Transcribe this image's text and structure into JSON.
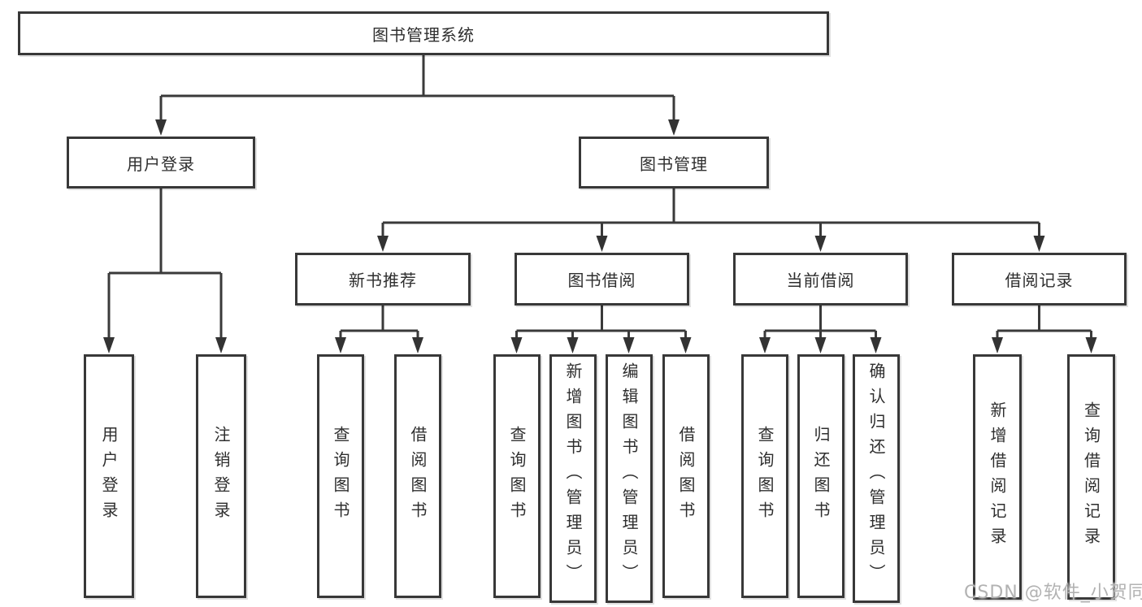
{
  "diagram": {
    "root": {
      "label": "图书管理系统"
    },
    "branches": [
      {
        "label": "用户登录",
        "children": [
          {
            "label": "用户登录"
          },
          {
            "label": "注销登录"
          }
        ]
      },
      {
        "label": "图书管理",
        "children": [
          {
            "label": "新书推荐",
            "children": [
              {
                "label": "查询图书"
              },
              {
                "label": "借阅图书"
              }
            ]
          },
          {
            "label": "图书借阅",
            "children": [
              {
                "label": "查询图书"
              },
              {
                "label": "新增图书（管理员）"
              },
              {
                "label": "编辑图书（管理员）"
              },
              {
                "label": "借阅图书"
              }
            ]
          },
          {
            "label": "当前借阅",
            "children": [
              {
                "label": "查询图书"
              },
              {
                "label": "归还图书"
              },
              {
                "label": "确认归还（管理员）"
              }
            ]
          },
          {
            "label": "借阅记录",
            "children": [
              {
                "label": "新增借阅记录"
              },
              {
                "label": "查询借阅记录"
              }
            ]
          }
        ]
      }
    ],
    "watermark": "CSDN @软件_小贺同学",
    "colors": {
      "line": "#3a3a3a",
      "box_border": "#383838",
      "text": "#2e2e2e",
      "watermark": "#b2b2b2",
      "background": "#ffffff"
    }
  }
}
